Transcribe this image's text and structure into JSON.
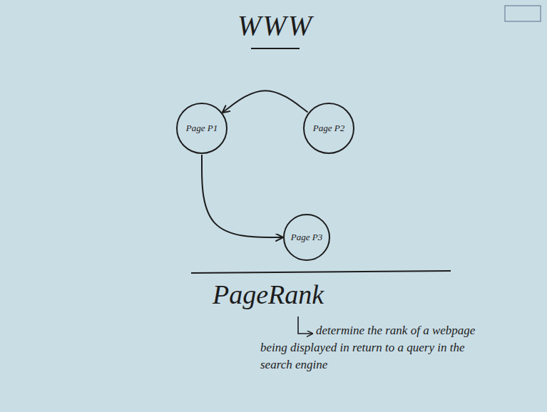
{
  "diagram": {
    "title": "WWW",
    "nodes": [
      {
        "text": [
          "Page P1"
        ]
      },
      {
        "text": [
          "Page P2"
        ]
      },
      {
        "text": [
          "Page P3"
        ]
      }
    ],
    "edges": [
      {
        "from": 1,
        "to": 0,
        "arrow": "to"
      },
      {
        "from": 0,
        "to": 2,
        "arrow": "to"
      }
    ],
    "labels": [
      "PageRank",
      "determine the rank of a webpage being displayed in return to a query in the search engine"
    ]
  }
}
